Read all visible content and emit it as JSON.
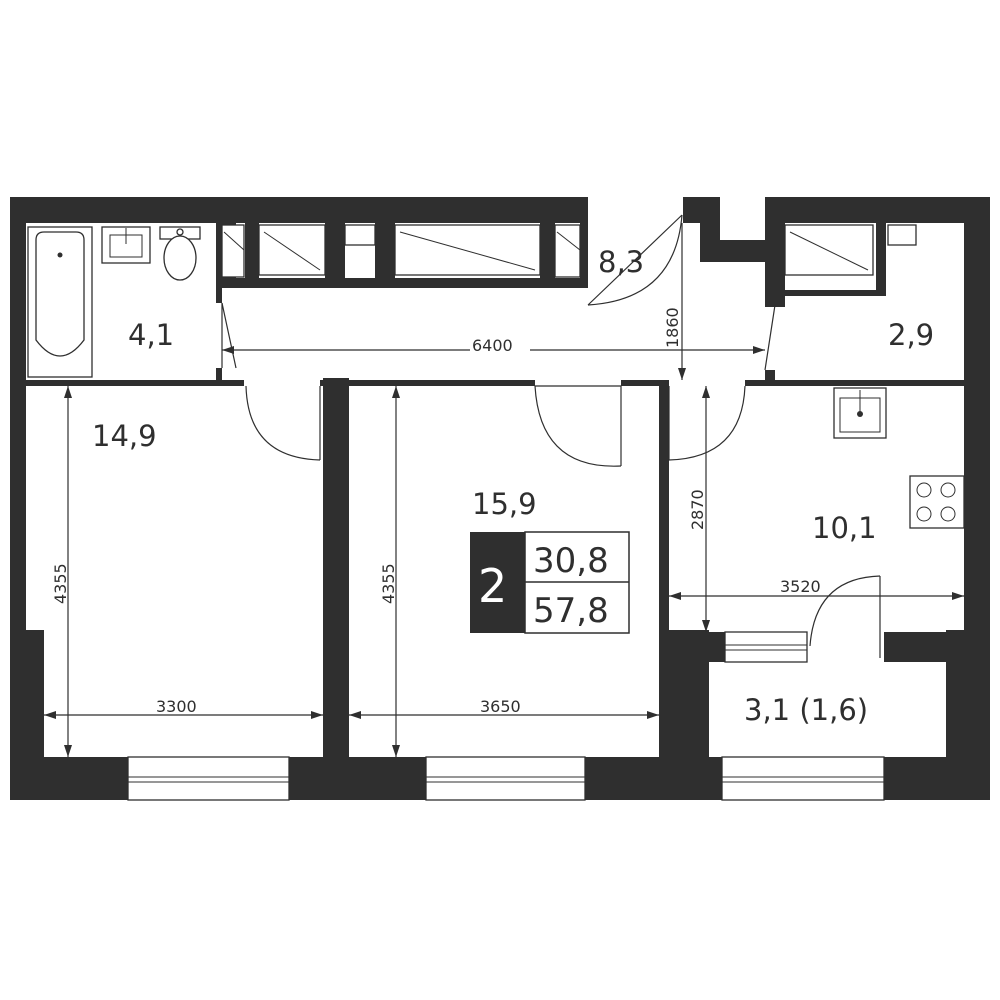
{
  "rooms": {
    "bathroom": "4,1",
    "hallway": "8,3",
    "storage": "2,9",
    "bedroom_left": "14,9",
    "living_room": "15,9",
    "kitchen": "10,1",
    "balcony": "3,1 (1,6)"
  },
  "dimensions": {
    "hall_length": "6400",
    "hall_depth": "1860",
    "left_room_depth": "4355",
    "center_room_depth": "4355",
    "kitchen_depth": "2870",
    "kitchen_width": "3520",
    "left_room_width": "3300",
    "center_room_width": "3650"
  },
  "summary": {
    "room_count": "2",
    "living_area": "30,8",
    "total_area": "57,8"
  },
  "colors": {
    "wall": "#2f2f2f",
    "background": "#ffffff"
  }
}
